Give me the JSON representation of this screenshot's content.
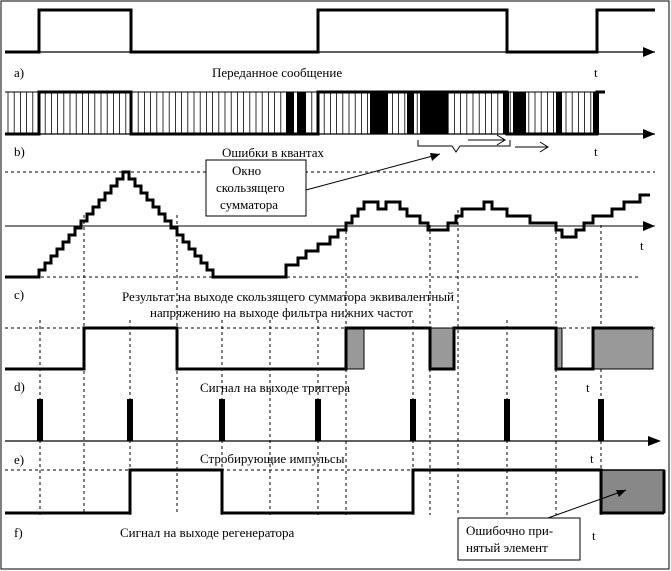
{
  "panels": {
    "a": {
      "letter": "a)",
      "caption": "Переданное сообщение",
      "t": "t"
    },
    "b": {
      "letter": "b)",
      "caption": "Ошибки в квантах",
      "t": "t"
    },
    "c": {
      "letter": "c)",
      "caption_line1": "Результат на выходе скользящего сумматора эквивалентный",
      "caption_line2": "напряжению на выходе фильтра нижних частот",
      "t": "t"
    },
    "d": {
      "letter": "d)",
      "caption": "Сигнал на выходе триггера",
      "t": "t"
    },
    "e": {
      "letter": "e)",
      "caption": "Стробирующие импульсы",
      "t": "t"
    },
    "f": {
      "letter": "f)",
      "caption": "Сигнал на выходе регенератора",
      "t": "t"
    }
  },
  "callouts": {
    "window_line1": "Окно",
    "window_line2": "скользящего",
    "window_line3": "сумматора",
    "error_line1": "Ошибочно при-",
    "error_line2": "нятый элемент"
  },
  "colors": {
    "ink": "#000000",
    "error_fill": "#999999",
    "background": "#ffffff"
  }
}
